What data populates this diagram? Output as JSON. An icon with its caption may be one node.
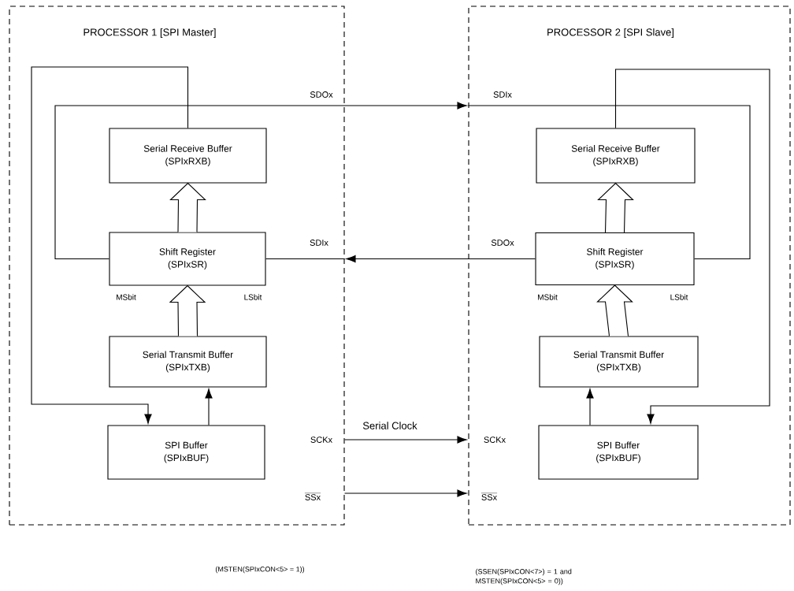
{
  "diagram": {
    "nodes": [
      {
        "text": [
          "PROCESSOR 1 [SPI Master]"
        ]
      },
      {
        "text": [
          "Serial Receive Buffer",
          "(SPIxRXB)"
        ],
        "in": 0
      },
      {
        "text": [
          "Shift Register",
          "(SPIxSR)"
        ],
        "in": 0
      },
      {
        "text": [
          "Serial Transmit Buffer",
          "(SPIxTXB)"
        ],
        "in": 0
      },
      {
        "text": [
          "SPI Buffer",
          "(SPIxBUF)"
        ],
        "in": 0
      },
      {
        "text": [
          "PROCESSOR 2 [SPI Slave]"
        ]
      },
      {
        "text": [
          "Serial Receive Buffer",
          "(SPIxRXB)"
        ],
        "in": 5
      },
      {
        "text": [
          "Shift Register",
          "(SPIxSR)"
        ],
        "in": 5
      },
      {
        "text": [
          "Serial Transmit Buffer",
          "(SPIxTXB)"
        ],
        "in": 5
      },
      {
        "text": [
          "SPI Buffer",
          "(SPIxBUF)"
        ],
        "in": 5
      }
    ],
    "edges": [
      {
        "from": 2,
        "to": 5,
        "arrow": "to"
      },
      {
        "from": 7,
        "to": 0,
        "arrow": "to"
      },
      {
        "from": 1,
        "to": 4,
        "arrow": "to"
      },
      {
        "from": 4,
        "to": 3,
        "arrow": "to"
      },
      {
        "from": 3,
        "to": 2,
        "arrow": "to",
        "style": "thick"
      },
      {
        "from": 2,
        "to": 1,
        "arrow": "to",
        "style": "thick"
      },
      {
        "from": 6,
        "to": 9,
        "arrow": "to"
      },
      {
        "from": 9,
        "to": 8,
        "arrow": "to"
      },
      {
        "from": 8,
        "to": 7,
        "arrow": "to",
        "style": "thick"
      },
      {
        "from": 7,
        "to": 6,
        "arrow": "to",
        "style": "thick"
      },
      {
        "from": 0,
        "to": 5,
        "arrow": "to",
        "label": "Serial Clock"
      },
      {
        "from": 0,
        "to": 5,
        "arrow": "to"
      },
      {
        "from": 5,
        "to": 7,
        "arrow": "none"
      },
      {
        "from": 0,
        "to": 2,
        "arrow": "none"
      }
    ],
    "labels": [
      "SDOx",
      "SDIx",
      "SDIx",
      "SDOx",
      "MSbit",
      "LSbit",
      "MSbit",
      "LSbit",
      "SCKx",
      "SCKx",
      "SSx",
      "SSx",
      "(MSTEN(SPIxCON<5> = 1))",
      "(SSEN(SPIxCON<7>) = 1 and MSTEN(SPIxCON<5> = 0))"
    ]
  }
}
